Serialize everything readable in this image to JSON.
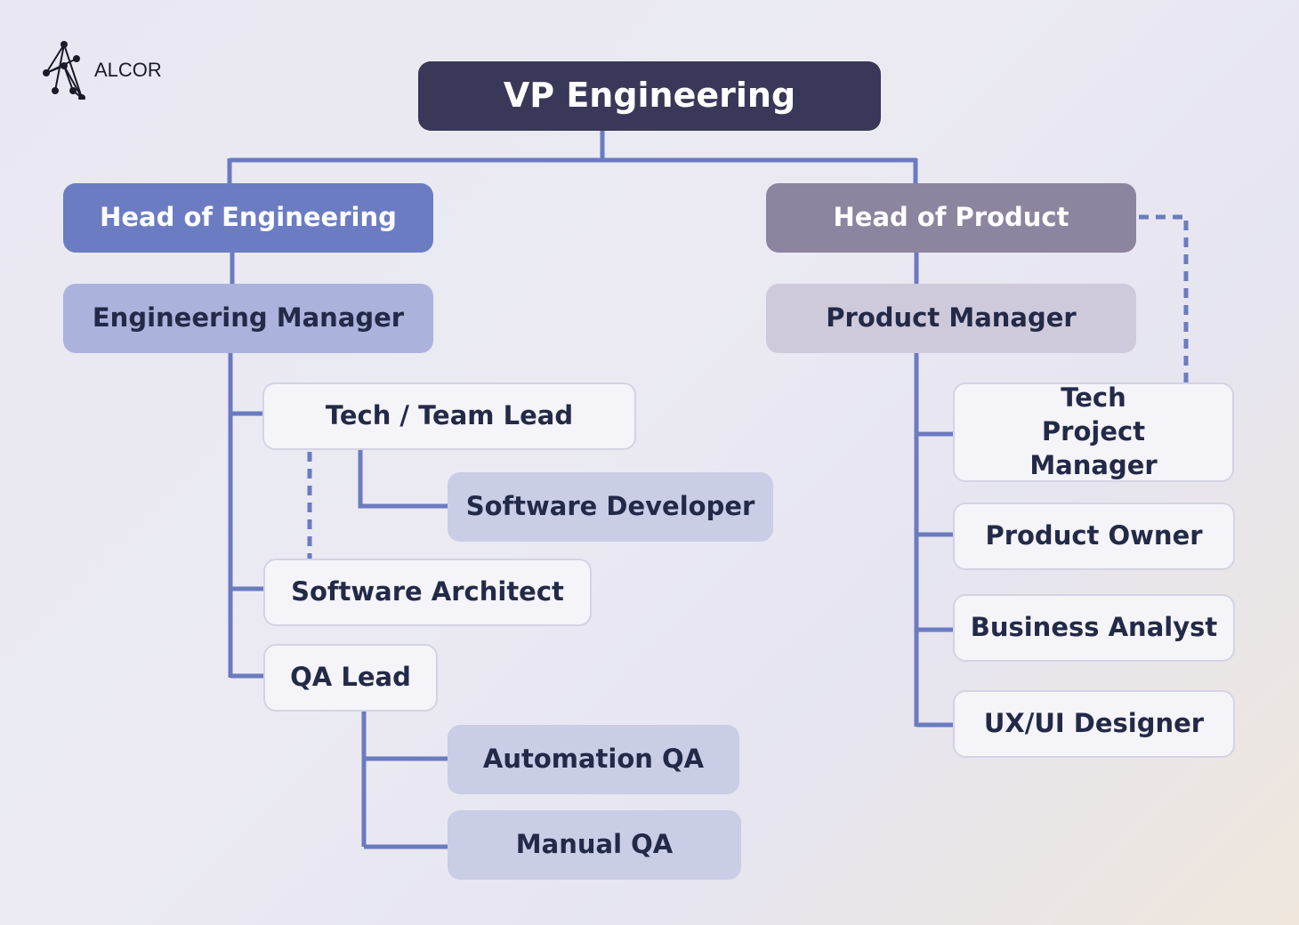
{
  "logo": {
    "text": "ALCOR"
  },
  "colors": {
    "line": "#6b7bc0",
    "vp": "#393858",
    "head_engineering": "#6c7cc3",
    "head_product": "#8d859f"
  },
  "nodes": {
    "vp": "VP Engineering",
    "head_engineering": "Head of Engineering",
    "head_product": "Head of Product",
    "engineering_manager": "Engineering Manager",
    "product_manager": "Product Manager",
    "tech_team_lead": "Tech / Team Lead",
    "software_developer": "Software Developer",
    "software_architect": "Software Architect",
    "qa_lead": "QA Lead",
    "automation_qa": "Automation QA",
    "manual_qa": "Manual QA",
    "tech_project_manager": "Tech Project Manager",
    "product_owner": "Product Owner",
    "business_analyst": "Business Analyst",
    "ux_ui_designer": "UX/UI Designer"
  }
}
